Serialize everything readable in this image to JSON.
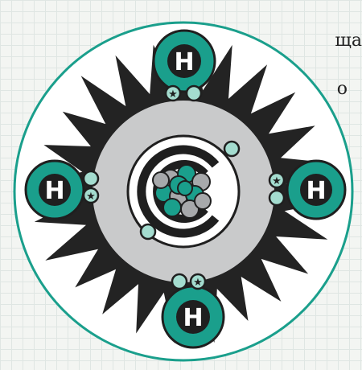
{
  "page_text": {
    "line1": "ща",
    "line2": "о"
  },
  "diagram": {
    "center_element": "C",
    "hydrogen_labels": [
      "H",
      "H",
      "H",
      "H"
    ],
    "nucleus": {
      "teal_balls": 6,
      "gray_balls": 6
    }
  },
  "colors": {
    "teal": "#1a9f8c",
    "light_teal": "#a4dccf",
    "gray_ring": "#c9cacb",
    "burst": "#232323",
    "outline": "#1f1f1f"
  },
  "icons": [
    "star-icon",
    "hydrogen-atom",
    "carbon-nucleus"
  ]
}
